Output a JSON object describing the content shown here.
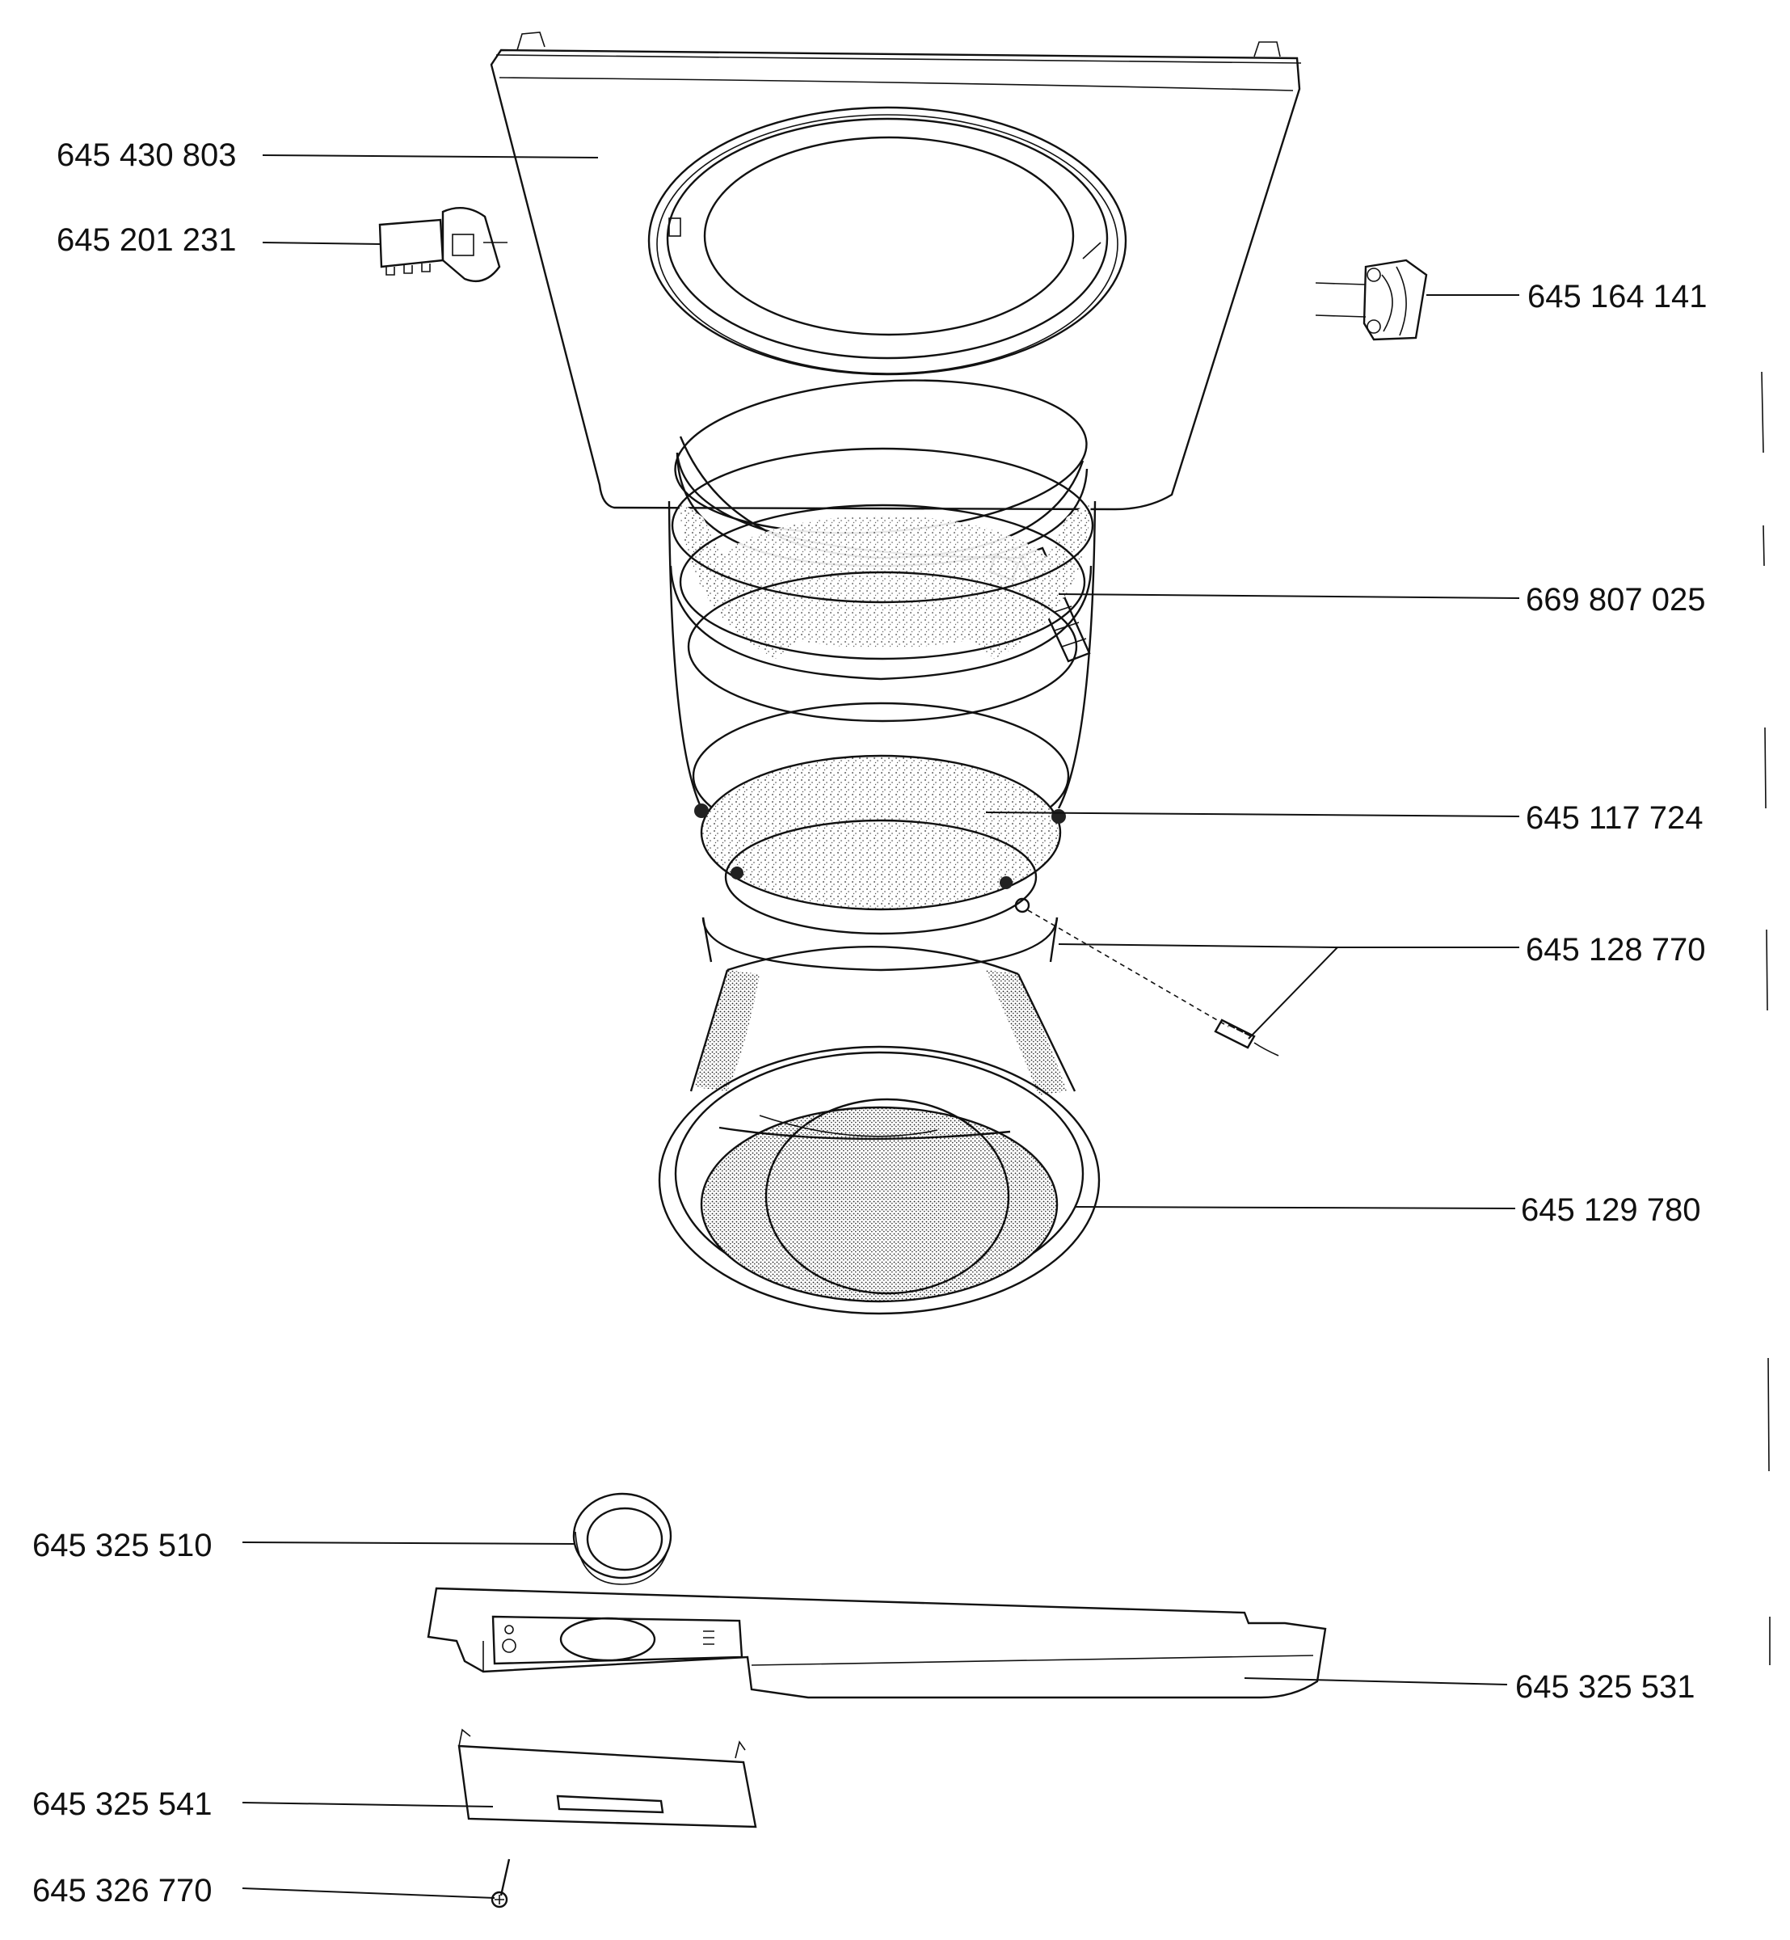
{
  "diagram": {
    "parts": [
      {
        "id": "front-panel",
        "label": "645 430 803"
      },
      {
        "id": "door-lock",
        "label": "645 201 231"
      },
      {
        "id": "hinge",
        "label": "645 164 141"
      },
      {
        "id": "clamp-ring",
        "label": "669 807 025"
      },
      {
        "id": "door-seal",
        "label": "645 117 724"
      },
      {
        "id": "spring",
        "label": "645 128 770"
      },
      {
        "id": "seal-inner",
        "label": "645 129 780"
      },
      {
        "id": "knob",
        "label": "645 325 510"
      },
      {
        "id": "control-panel",
        "label": "645 325 531"
      },
      {
        "id": "dispenser-drawer",
        "label": "645 325 541"
      },
      {
        "id": "screw",
        "label": "645 326 770"
      }
    ]
  }
}
